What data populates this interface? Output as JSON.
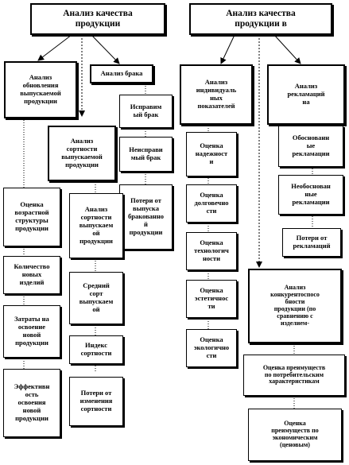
{
  "nodes": {
    "root_left": "Анализ качества\nпродукции",
    "root_right": "Анализ качества\nпродукции в",
    "updates": "Анализ\nобновления\nвыпускаемой\nпродукции",
    "defects": "Анализ брака",
    "grade_mix": "Анализ\nсортности\nвыпускаемой\nпродукции",
    "age_structure": "Оценка\nвозрастной\nструктуры\nпродукции",
    "new_count": "Количество\nновых\nизделий",
    "new_costs": "Затраты на\nосвоение\nновой\nпродукции",
    "new_efficiency": "Эффективн\nость\nосвоения\nновой\nпродукции",
    "grade_analysis": "Анализ\nсортности\nвыпускаем\nой\nпродукции",
    "avg_grade": "Средний\nсорт\nвыпускаем\nой",
    "grade_index": "Индекс\nсортности",
    "grade_losses": "Потери от\nизменения\nсортности",
    "fixable_defect": "Исправим\nый брак",
    "unfixable_defect": "Неисправи\nмый брак",
    "defect_losses": "Потери от\nвыпуска\nбракованно\nй\nпродукции",
    "individual": "Анализ\nиндивидуаль\nных\nпоказателей",
    "reliability": "Оценка\nнадежност\nи",
    "durability": "Оценка\nдолговечно\nсти",
    "technology": "Оценка\nтехнологич\nности",
    "aesthetics": "Оценка\nэстетичнос\nти",
    "ecology": "Оценка\nэкологично\nсти",
    "complaints": "Анализ\nрекламаций\nна",
    "justified": "Обоснованн\nые\nрекламации",
    "unjustified": "Необоснован\nные\nрекламации",
    "complaint_losses": "Потери от\nрекламаций",
    "competitiveness": "Анализ\nконкурентоспосо\nбности\nпродукции (по\nсравнению с\nизделием-",
    "consumer_adv": "Оценка преимуществ\nпо потребительским\nхарактеристикам",
    "economic_adv": "Оценка\nпреимуществ по\nэкономическим\n(ценовым)"
  }
}
